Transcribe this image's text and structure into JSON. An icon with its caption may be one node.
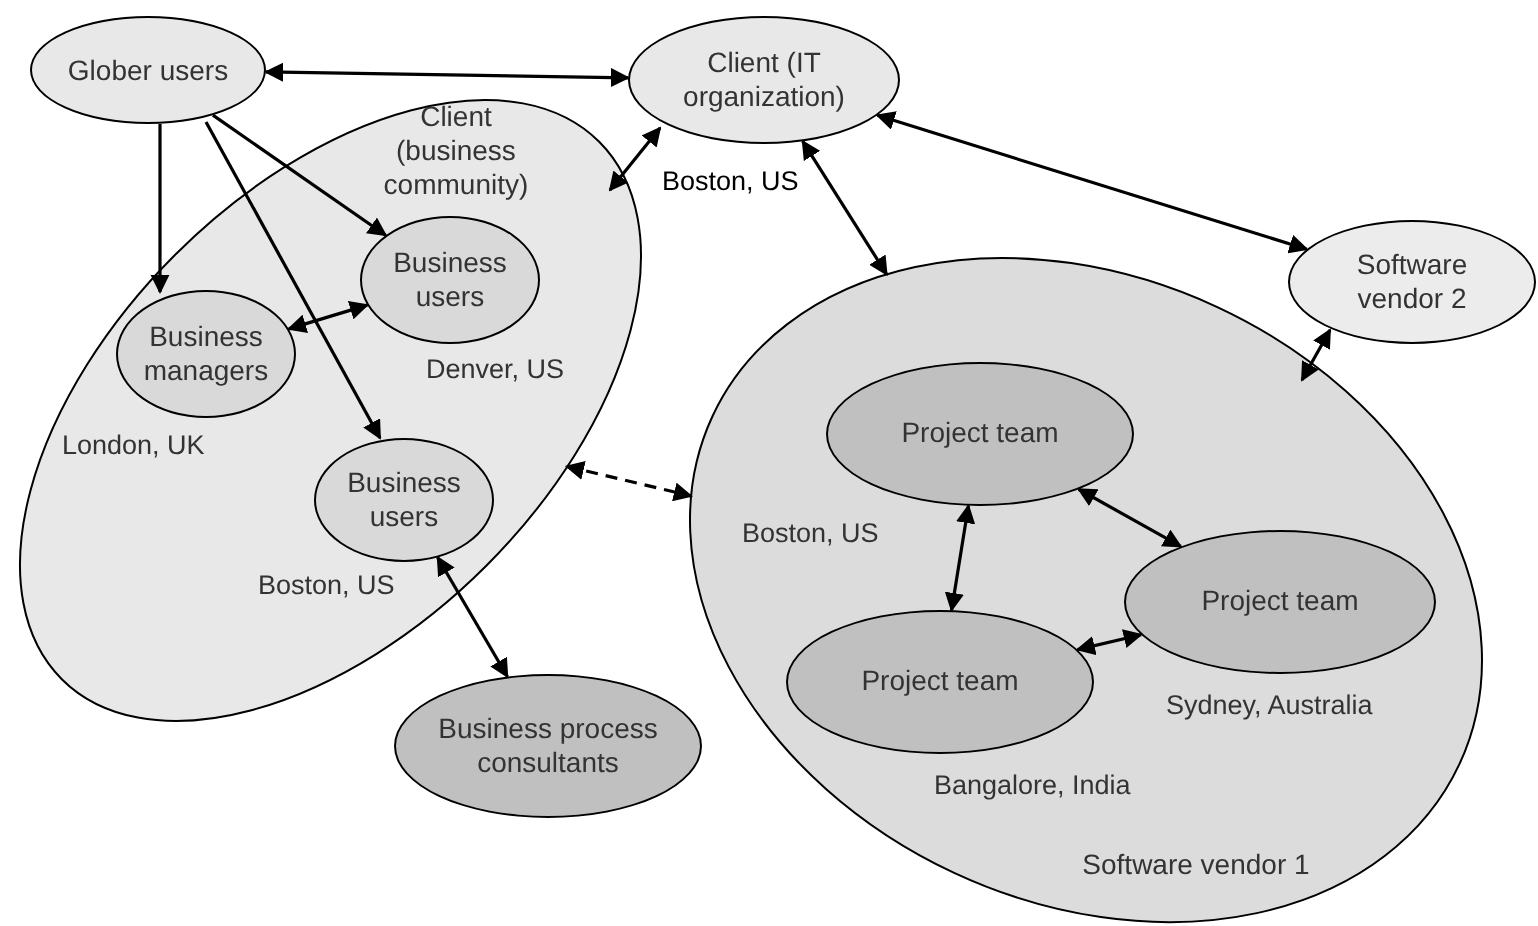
{
  "diagram": {
    "nodes": [
      {
        "text": [
          "Glober users"
        ]
      },
      {
        "text": [
          "Client (business community)"
        ]
      },
      {
        "text": [
          "Business managers"
        ],
        "in": 1,
        "beside": [
          "London, UK"
        ]
      },
      {
        "text": [
          "Business users"
        ],
        "in": 1,
        "beside": [
          "Denver, US"
        ]
      },
      {
        "text": [
          "Business users"
        ],
        "in": 1,
        "beside": [
          "Boston, US"
        ]
      },
      {
        "text": [
          "Client (IT organization)"
        ],
        "beside": [
          "Boston, US"
        ]
      },
      {
        "text": [
          "Software vendor 2"
        ]
      },
      {
        "text": [
          "Software vendor 1"
        ]
      },
      {
        "text": [
          "Project team"
        ],
        "in": 7,
        "beside": [
          "Boston, US"
        ]
      },
      {
        "text": [
          "Project team"
        ],
        "in": 7,
        "beside": [
          "Sydney, Australia"
        ]
      },
      {
        "text": [
          "Project team"
        ],
        "in": 7,
        "beside": [
          "Bangalore, India"
        ]
      },
      {
        "text": [
          "Business process consultants"
        ]
      }
    ],
    "edges": [
      {
        "from": 0,
        "to": 5,
        "arrow": "both"
      },
      {
        "from": 0,
        "to": 2,
        "arrow": "to"
      },
      {
        "from": 0,
        "to": 3,
        "arrow": "to"
      },
      {
        "from": 0,
        "to": 4,
        "arrow": "to"
      },
      {
        "from": 2,
        "to": 3,
        "arrow": "both"
      },
      {
        "from": 1,
        "to": 5,
        "arrow": "both"
      },
      {
        "from": 5,
        "to": 7,
        "arrow": "both"
      },
      {
        "from": 5,
        "to": 6,
        "arrow": "both"
      },
      {
        "from": 6,
        "to": 7,
        "arrow": "both"
      },
      {
        "from": 1,
        "to": 7,
        "arrow": "both",
        "style": "dashed"
      },
      {
        "from": 4,
        "to": 11,
        "arrow": "both"
      },
      {
        "from": 8,
        "to": 10,
        "arrow": "both"
      },
      {
        "from": 8,
        "to": 9,
        "arrow": "both"
      },
      {
        "from": 10,
        "to": 9,
        "arrow": "both"
      }
    ]
  }
}
